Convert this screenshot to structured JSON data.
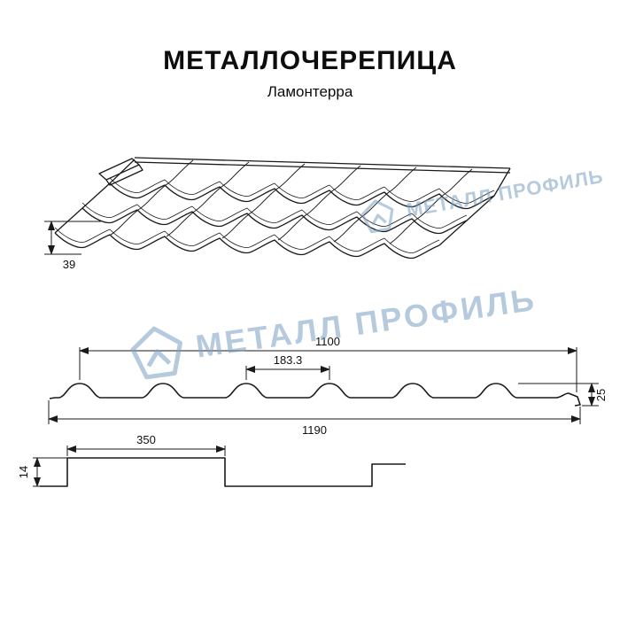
{
  "header": {
    "title": "МЕТАЛЛОЧЕРЕПИЦА",
    "subtitle": "Ламонтерра"
  },
  "watermark": {
    "text": "МЕТАЛЛ ПРОФИЛЬ",
    "color": "#7a9ec1"
  },
  "perspective_view": {
    "height_label": "39"
  },
  "cross_section": {
    "cover_width": "1100",
    "wave_step": "183.3",
    "profile_height": "25",
    "full_width": "1190"
  },
  "step_profile": {
    "step_length": "350",
    "step_height": "14"
  }
}
